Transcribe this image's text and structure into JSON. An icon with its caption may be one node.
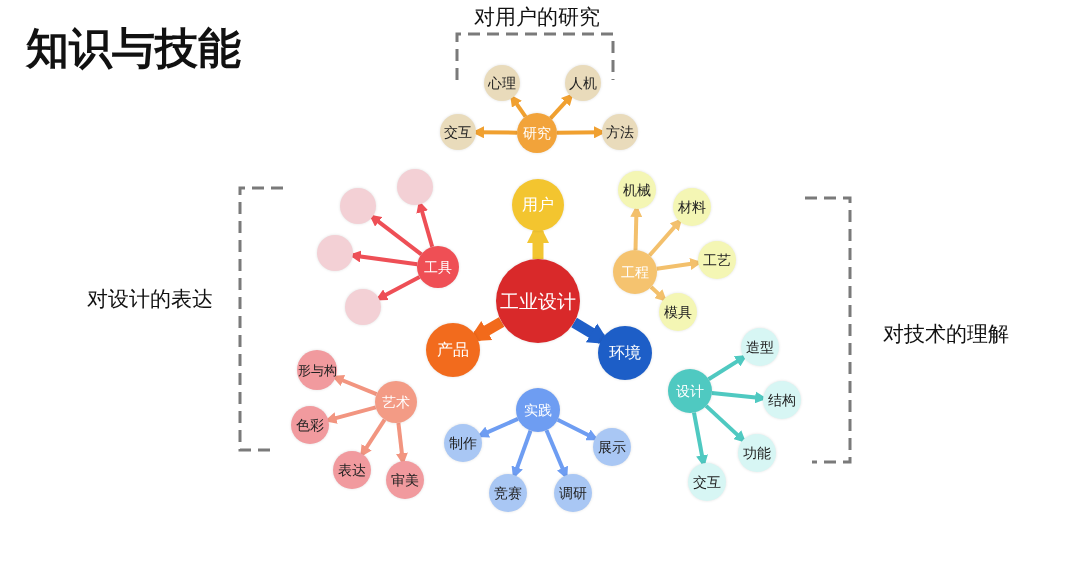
{
  "diagram": {
    "title": "知识与技能",
    "nodes": [
      {
        "text": [
          "研究"
        ]
      },
      {
        "text": [
          "心理"
        ]
      },
      {
        "text": [
          "人机"
        ]
      },
      {
        "text": [
          "交互"
        ]
      },
      {
        "text": [
          "方法"
        ]
      },
      {
        "text": [
          "工具"
        ]
      },
      {
        "text": [],
        "shape": "circle"
      },
      {
        "text": [],
        "shape": "circle"
      },
      {
        "text": [],
        "shape": "circle"
      },
      {
        "text": [],
        "shape": "circle"
      },
      {
        "text": [
          "用户"
        ]
      },
      {
        "text": [
          "工程"
        ]
      },
      {
        "text": [
          "机械"
        ]
      },
      {
        "text": [
          "材料"
        ]
      },
      {
        "text": [
          "工艺"
        ]
      },
      {
        "text": [
          "模具"
        ]
      },
      {
        "text": [
          "工业设计"
        ]
      },
      {
        "text": [
          "产品"
        ]
      },
      {
        "text": [
          "环境"
        ]
      },
      {
        "text": [
          "艺术"
        ]
      },
      {
        "text": [
          "形与构"
        ]
      },
      {
        "text": [
          "色彩"
        ]
      },
      {
        "text": [
          "表达"
        ]
      },
      {
        "text": [
          "审美"
        ]
      },
      {
        "text": [
          "实践"
        ]
      },
      {
        "text": [
          "制作"
        ]
      },
      {
        "text": [
          "竞赛"
        ]
      },
      {
        "text": [
          "调研"
        ]
      },
      {
        "text": [
          "展示"
        ]
      },
      {
        "text": [
          "设计"
        ]
      },
      {
        "text": [
          "造型"
        ]
      },
      {
        "text": [
          "结构"
        ]
      },
      {
        "text": [
          "功能"
        ]
      },
      {
        "text": [
          "交互"
        ]
      }
    ],
    "edges": [
      {
        "from": 0,
        "to": 1,
        "arrow": "to",
        "color": "#f0a030"
      },
      {
        "from": 0,
        "to": 2,
        "arrow": "to",
        "color": "#f0a030"
      },
      {
        "from": 0,
        "to": 3,
        "arrow": "to",
        "color": "#f0a030"
      },
      {
        "from": 0,
        "to": 4,
        "arrow": "to",
        "color": "#f0a030"
      },
      {
        "from": 5,
        "to": 6,
        "arrow": "to",
        "color": "#ee4f56"
      },
      {
        "from": 5,
        "to": 7,
        "arrow": "to",
        "color": "#ee4f56"
      },
      {
        "from": 5,
        "to": 8,
        "arrow": "to",
        "color": "#ee4f56"
      },
      {
        "from": 5,
        "to": 9,
        "arrow": "to",
        "color": "#ee4f56"
      },
      {
        "from": 11,
        "to": 12,
        "arrow": "to",
        "color": "#f3c06c"
      },
      {
        "from": 11,
        "to": 13,
        "arrow": "to",
        "color": "#f3c06c"
      },
      {
        "from": 11,
        "to": 14,
        "arrow": "to",
        "color": "#f3c06c"
      },
      {
        "from": 11,
        "to": 15,
        "arrow": "to",
        "color": "#f3c06c"
      },
      {
        "from": 16,
        "to": 10,
        "arrow": "to",
        "style": "thick",
        "color": "#f2c531"
      },
      {
        "from": 16,
        "to": 17,
        "arrow": "to",
        "style": "thick",
        "color": "#f26a1b"
      },
      {
        "from": 16,
        "to": 18,
        "arrow": "to",
        "style": "thick",
        "color": "#1f5fc8"
      },
      {
        "from": 19,
        "to": 20,
        "arrow": "to",
        "color": "#f29580"
      },
      {
        "from": 19,
        "to": 21,
        "arrow": "to",
        "color": "#f29580"
      },
      {
        "from": 19,
        "to": 22,
        "arrow": "to",
        "color": "#f29580"
      },
      {
        "from": 19,
        "to": 23,
        "arrow": "to",
        "color": "#f29580"
      },
      {
        "from": 24,
        "to": 25,
        "arrow": "to",
        "color": "#6e9df2"
      },
      {
        "from": 24,
        "to": 26,
        "arrow": "to",
        "color": "#6e9df2"
      },
      {
        "from": 24,
        "to": 27,
        "arrow": "to",
        "color": "#6e9df2"
      },
      {
        "from": 24,
        "to": 28,
        "arrow": "to",
        "color": "#6e9df2"
      },
      {
        "from": 29,
        "to": 30,
        "arrow": "to",
        "color": "#4fc9c1"
      },
      {
        "from": 29,
        "to": 31,
        "arrow": "to",
        "color": "#4fc9c1"
      },
      {
        "from": 29,
        "to": 32,
        "arrow": "to",
        "color": "#4fc9c1"
      },
      {
        "from": 29,
        "to": 33,
        "arrow": "to",
        "color": "#4fc9c1"
      }
    ],
    "labels": [
      "对用户的研究",
      "对设计的表达",
      "对技术的理解"
    ]
  }
}
